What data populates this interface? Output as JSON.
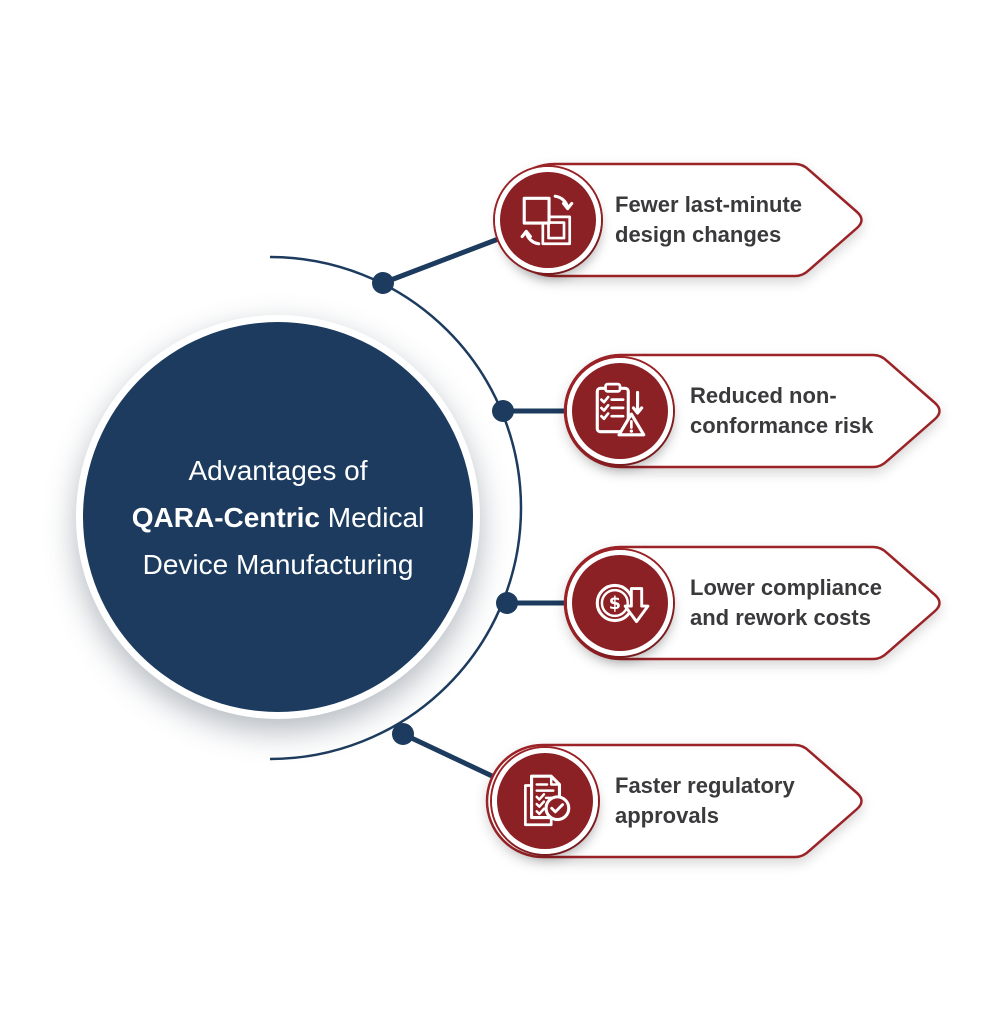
{
  "title_circle": {
    "line1": "Advantages of",
    "line2_bold": "QARA-Centric",
    "line2_rest": " Medical",
    "line3": "Device Manufacturing"
  },
  "benefits": [
    {
      "label_line1": "Fewer last-minute",
      "label_line2": "design changes",
      "icon": "design-change-icon"
    },
    {
      "label_line1": "Reduced non-",
      "label_line2": "conformance risk",
      "icon": "nonconformance-risk-icon"
    },
    {
      "label_line1": "Lower compliance",
      "label_line2": "and rework costs",
      "icon": "cost-reduction-icon"
    },
    {
      "label_line1": "Faster regulatory",
      "label_line2": "approvals",
      "icon": "regulatory-approval-icon"
    }
  ],
  "colors": {
    "navy": "#1c3b5e",
    "red_border": "#9b2226",
    "badge_red": "#8b2025",
    "text_dark": "#3a3a3c",
    "white": "#ffffff"
  }
}
